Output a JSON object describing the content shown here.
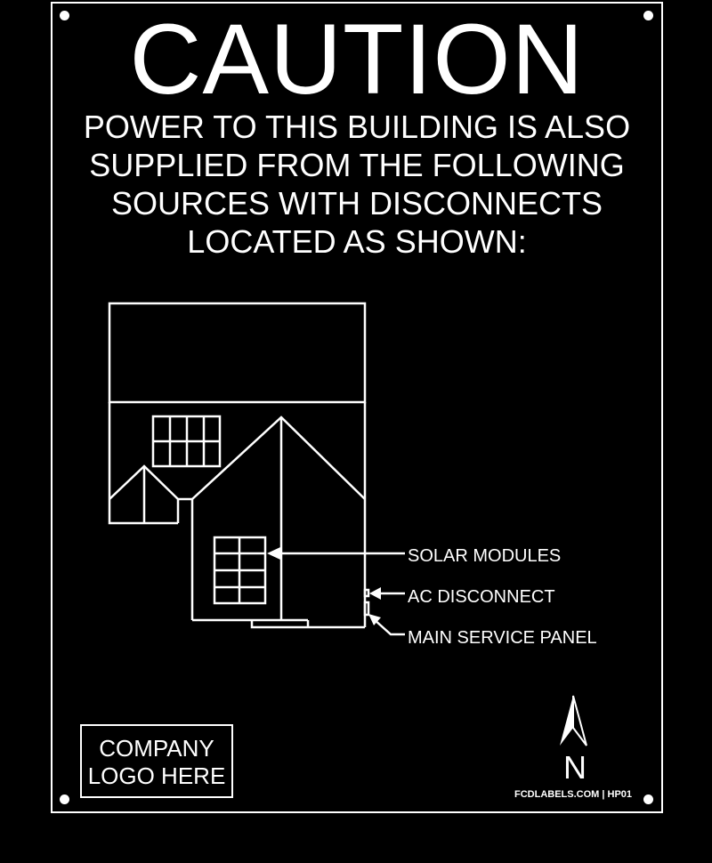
{
  "sign": {
    "title": "CAUTION",
    "message_lines": [
      "POWER TO THIS BUILDING IS ALSO",
      "SUPPLIED FROM THE FOLLOWING",
      "SOURCES WITH DISCONNECTS",
      "LOCATED AS SHOWN:"
    ],
    "diagram_labels": {
      "solar_modules": "SOLAR MODULES",
      "ac_disconnect": "AC DISCONNECT",
      "main_service_panel": "MAIN SERVICE PANEL"
    },
    "logo_placeholder_lines": [
      "COMPANY",
      "LOGO HERE"
    ],
    "north_label": "N",
    "footer": "FCDLABELS.COM | HP01",
    "colors": {
      "background": "#000000",
      "foreground": "#ffffff"
    }
  }
}
